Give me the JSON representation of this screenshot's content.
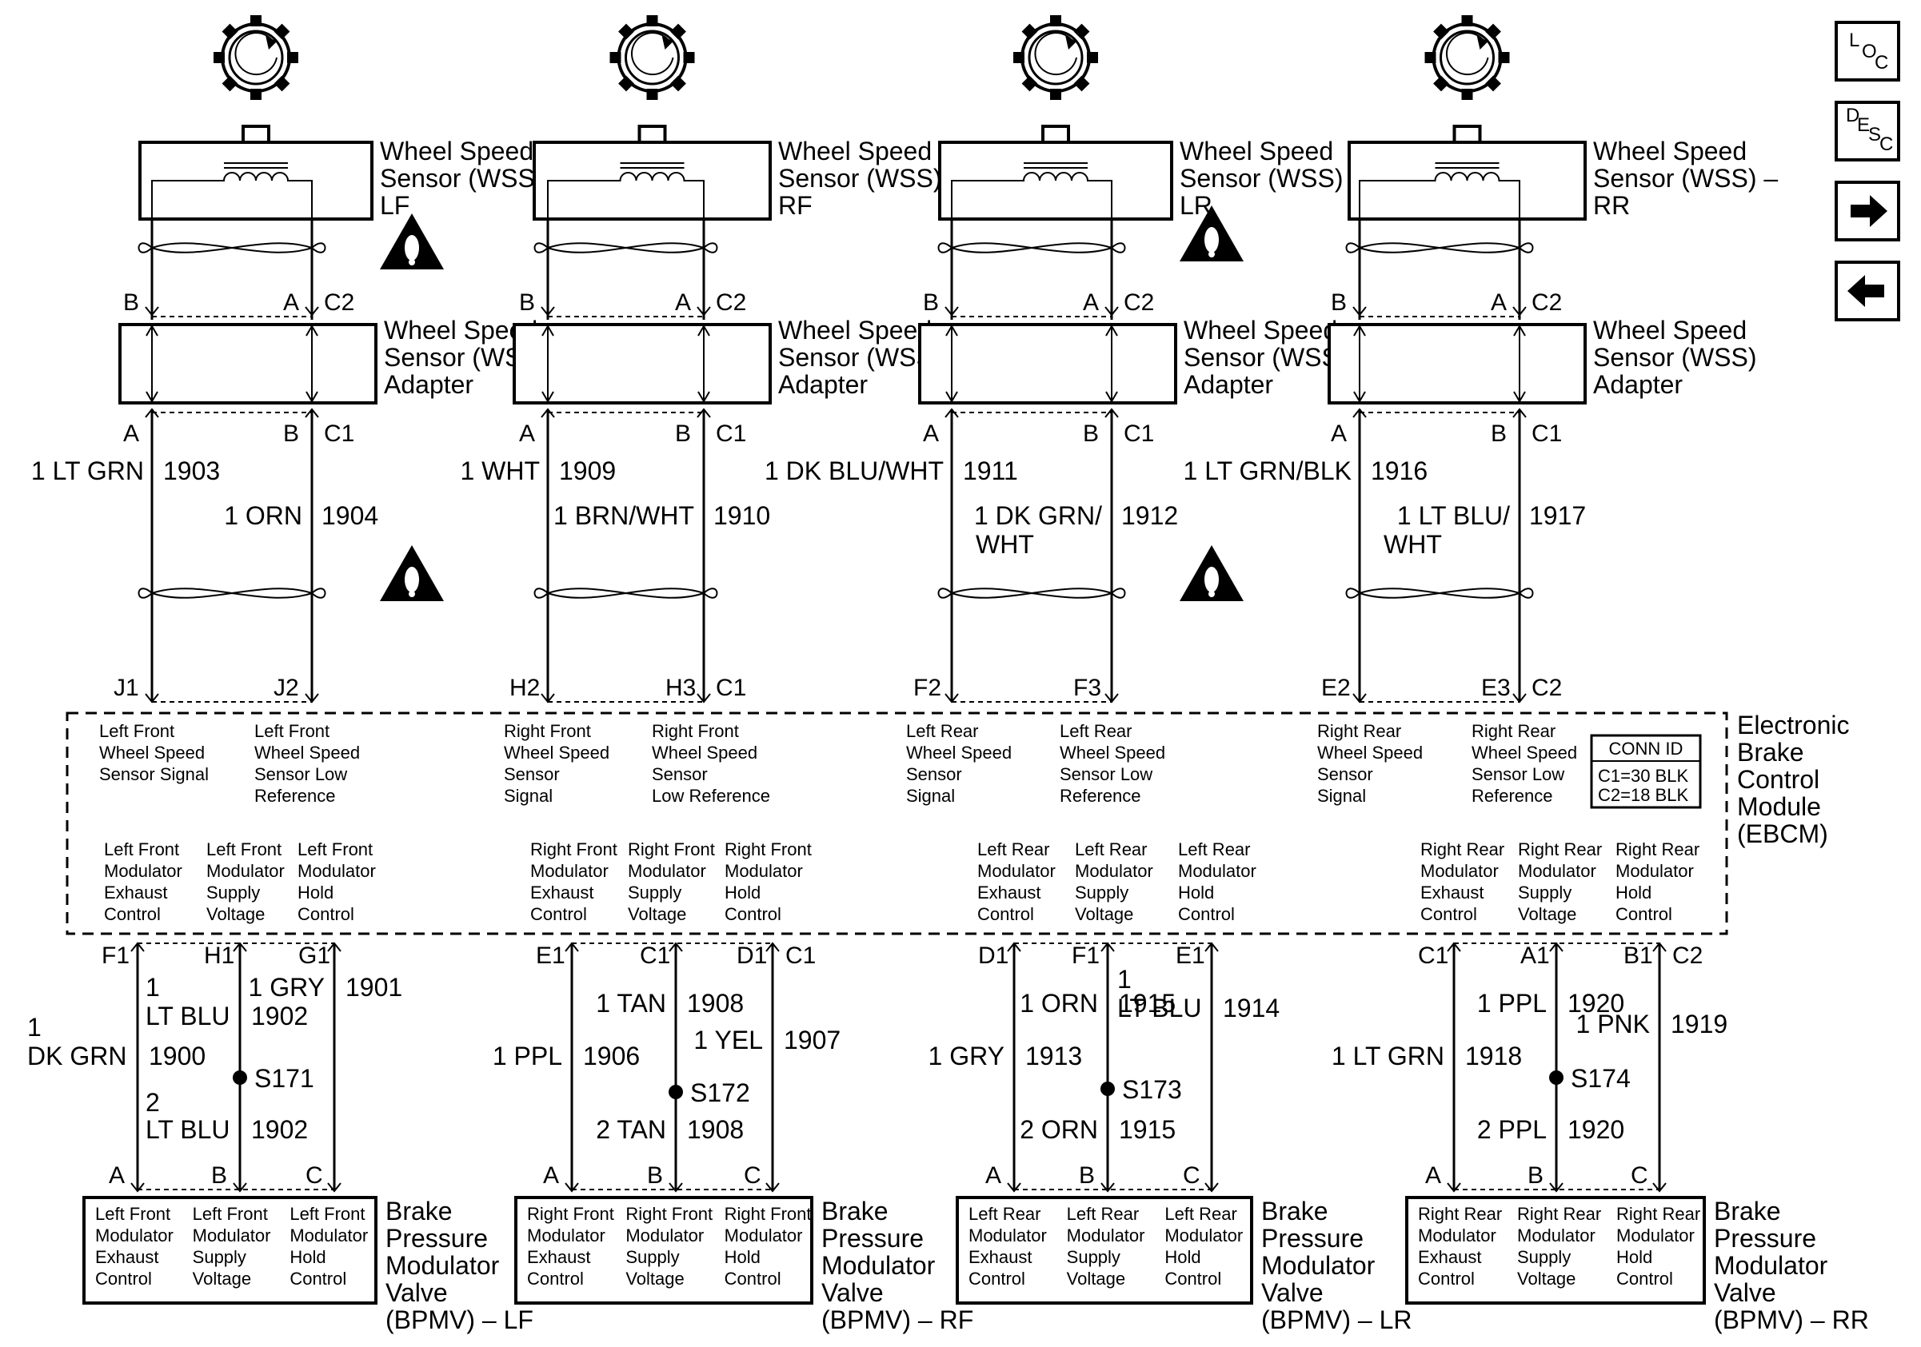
{
  "wss": [
    {
      "id": "lf",
      "name": "Wheel Speed Sensor (WSS) – LF",
      "lines": [
        "Wheel Speed",
        "Sensor (WSS) –",
        "LF"
      ]
    },
    {
      "id": "rf",
      "name": "Wheel Speed Sensor (WSS) – RF",
      "lines": [
        "Wheel Speed",
        "Sensor (WSS) –",
        "RF"
      ]
    },
    {
      "id": "lr",
      "name": "Wheel Speed Sensor (WSS) – LR",
      "lines": [
        "Wheel Speed",
        "Sensor (WSS) –",
        "LR"
      ]
    },
    {
      "id": "rr",
      "name": "Wheel Speed Sensor (WSS) – RR",
      "lines": [
        "Wheel Speed",
        "Sensor (WSS) –",
        "RR"
      ]
    }
  ],
  "adapter": {
    "lines": [
      "Wheel Speed",
      "Sensor (WSS)",
      "Adapter"
    ]
  },
  "connectors": {
    "wss_pin_b": "B",
    "wss_pin_a": "A",
    "c2": "C2",
    "adapter_pin_a": "A",
    "adapter_pin_b": "B",
    "c1": "C1"
  },
  "wss_wires": [
    {
      "left": {
        "label": "1 LT GRN",
        "circuit": "1903"
      },
      "right": {
        "label": "1 ORN",
        "circuit": "1904"
      },
      "pins": [
        "J1",
        "J2"
      ],
      "conn": ""
    },
    {
      "left": {
        "label": "1 WHT",
        "circuit": "1909"
      },
      "right": {
        "label": "1 BRN/WHT",
        "circuit": "1910"
      },
      "pins": [
        "H2",
        "H3"
      ],
      "conn": "C1"
    },
    {
      "left": {
        "label": "1 DK BLU/WHT",
        "circuit": "1911"
      },
      "right": {
        "label": "1 DK GRN/",
        "label2": "WHT",
        "circuit": "1912"
      },
      "pins": [
        "F2",
        "F3"
      ],
      "conn": ""
    },
    {
      "left": {
        "label": "1 LT GRN/BLK",
        "circuit": "1916"
      },
      "right": {
        "label": "1 LT BLU/",
        "label2": "WHT",
        "circuit": "1917"
      },
      "pins": [
        "E2",
        "E3"
      ],
      "conn": "C2"
    }
  ],
  "ebcm": {
    "lines": [
      "Electronic",
      "Brake",
      "Control",
      "Module",
      "(EBCM)"
    ],
    "conn_id": {
      "title": "CONN ID",
      "c1": "C1=30 BLK",
      "c2": "C2=18 BLK"
    },
    "inputs": [
      {
        "text": [
          "Left Front",
          "Wheel Speed",
          "Sensor Signal"
        ]
      },
      {
        "text": [
          "Left Front",
          "Wheel Speed",
          "Sensor Low",
          "Reference"
        ]
      },
      {
        "text": [
          "Right Front",
          "Wheel Speed",
          "Sensor",
          "Signal"
        ]
      },
      {
        "text": [
          "Right Front",
          "Wheel Speed",
          "Sensor",
          "Low Reference"
        ]
      },
      {
        "text": [
          "Left Rear",
          "Wheel Speed",
          "Sensor",
          "Signal"
        ]
      },
      {
        "text": [
          "Left Rear",
          "Wheel Speed",
          "Sensor Low",
          "Reference"
        ]
      },
      {
        "text": [
          "Right Rear",
          "Wheel Speed",
          "Sensor",
          "Signal"
        ]
      },
      {
        "text": [
          "Right Rear",
          "Wheel Speed",
          "Sensor Low",
          "Reference"
        ]
      }
    ],
    "outputs": [
      {
        "text": [
          "Left Front",
          "Modulator",
          "Exhaust",
          "Control"
        ]
      },
      {
        "text": [
          "Left Front",
          "Modulator",
          "Supply",
          "Voltage"
        ]
      },
      {
        "text": [
          "Left Front",
          "Modulator",
          "Hold",
          "Control"
        ]
      },
      {
        "text": [
          "Right Front",
          "Modulator",
          "Exhaust",
          "Control"
        ]
      },
      {
        "text": [
          "Right Front",
          "Modulator",
          "Supply",
          "Voltage"
        ]
      },
      {
        "text": [
          "Right Front",
          "Modulator",
          "Hold",
          "Control"
        ]
      },
      {
        "text": [
          "Left Rear",
          "Modulator",
          "Exhaust",
          "Control"
        ]
      },
      {
        "text": [
          "Left Rear",
          "Modulator",
          "Supply",
          "Voltage"
        ]
      },
      {
        "text": [
          "Left Rear",
          "Modulator",
          "Hold",
          "Control"
        ]
      },
      {
        "text": [
          "Right Rear",
          "Modulator",
          "Exhaust",
          "Control"
        ]
      },
      {
        "text": [
          "Right Rear",
          "Modulator",
          "Supply",
          "Voltage"
        ]
      },
      {
        "text": [
          "Right Rear",
          "Modulator",
          "Hold",
          "Control"
        ]
      }
    ]
  },
  "bpmv": [
    {
      "id": "lf",
      "pins": [
        "F1",
        "H1",
        "G1"
      ],
      "conn": "",
      "wires": {
        "a": {
          "l1": "1",
          "l2": "DK GRN",
          "c": "1900"
        },
        "b1": {
          "l1": "1",
          "l2": "LT BLU",
          "c": "1902"
        },
        "b2": {
          "l1": "2",
          "l2": "LT BLU",
          "c": "1902"
        },
        "c": {
          "l": "1 GRY",
          "c": "1901"
        },
        "splice": "S171"
      },
      "cells": [
        [
          "Left Front",
          "Modulator",
          "Exhaust",
          "Control"
        ],
        [
          "Left Front",
          "Modulator",
          "Supply",
          "Voltage"
        ],
        [
          "Left Front",
          "Modulator",
          "Hold",
          "Control"
        ]
      ],
      "lines": [
        "Brake",
        "Pressure",
        "Modulator",
        "Valve",
        "(BPMV) – LF"
      ]
    },
    {
      "id": "rf",
      "pins": [
        "E1",
        "C1",
        "D1"
      ],
      "conn": "C1",
      "wires": {
        "a": {
          "l": "1 PPL",
          "c": "1906"
        },
        "b1": {
          "l": "1 TAN",
          "c": "1908"
        },
        "b2": {
          "l": "2 TAN",
          "c": "1908"
        },
        "c": {
          "l": "1 YEL",
          "c": "1907"
        },
        "splice": "S172"
      },
      "cells": [
        [
          "Right Front",
          "Modulator",
          "Exhaust",
          "Control"
        ],
        [
          "Right Front",
          "Modulator",
          "Supply",
          "Voltage"
        ],
        [
          "Right Front",
          "Modulator",
          "Hold",
          "Control"
        ]
      ],
      "lines": [
        "Brake",
        "Pressure",
        "Modulator",
        "Valve",
        "(BPMV) – RF"
      ]
    },
    {
      "id": "lr",
      "pins": [
        "D1",
        "F1",
        "E1"
      ],
      "conn": "",
      "wires": {
        "a": {
          "l": "1 GRY",
          "c": "1913"
        },
        "b1": {
          "l": "1 ORN",
          "c": "1915"
        },
        "b2": {
          "l": "2 ORN",
          "c": "1915"
        },
        "c": {
          "l1": "1",
          "l2": "LT BLU",
          "c": "1914"
        },
        "splice": "S173"
      },
      "cells": [
        [
          "Left Rear",
          "Modulator",
          "Exhaust",
          "Control"
        ],
        [
          "Left Rear",
          "Modulator",
          "Supply",
          "Voltage"
        ],
        [
          "Left Rear",
          "Modulator",
          "Hold",
          "Control"
        ]
      ],
      "lines": [
        "Brake",
        "Pressure",
        "Modulator",
        "Valve",
        "(BPMV) – LR"
      ]
    },
    {
      "id": "rr",
      "pins": [
        "C1",
        "A1",
        "B1"
      ],
      "conn": "C2",
      "wires": {
        "a": {
          "l": "1 LT GRN",
          "c": "1918"
        },
        "b1": {
          "l": "1 PPL",
          "c": "1920"
        },
        "b2": {
          "l": "2 PPL",
          "c": "1920"
        },
        "c": {
          "l": "1 PNK",
          "c": "1919"
        },
        "splice": "S174"
      },
      "cells": [
        [
          "Right Rear",
          "Modulator",
          "Exhaust",
          "Control"
        ],
        [
          "Right Rear",
          "Modulator",
          "Supply",
          "Voltage"
        ],
        [
          "Right Rear",
          "Modulator",
          "Hold",
          "Control"
        ]
      ],
      "lines": [
        "Brake",
        "Pressure",
        "Modulator",
        "Valve",
        "(BPMV) – RR"
      ]
    }
  ],
  "bpmv_pins": [
    "A",
    "B",
    "C"
  ],
  "nav": {
    "loc": [
      "L",
      "O",
      "C"
    ],
    "desc": [
      "D",
      "E",
      "S",
      "C"
    ],
    "next": "next-arrow-icon",
    "prev": "prev-arrow-icon"
  }
}
